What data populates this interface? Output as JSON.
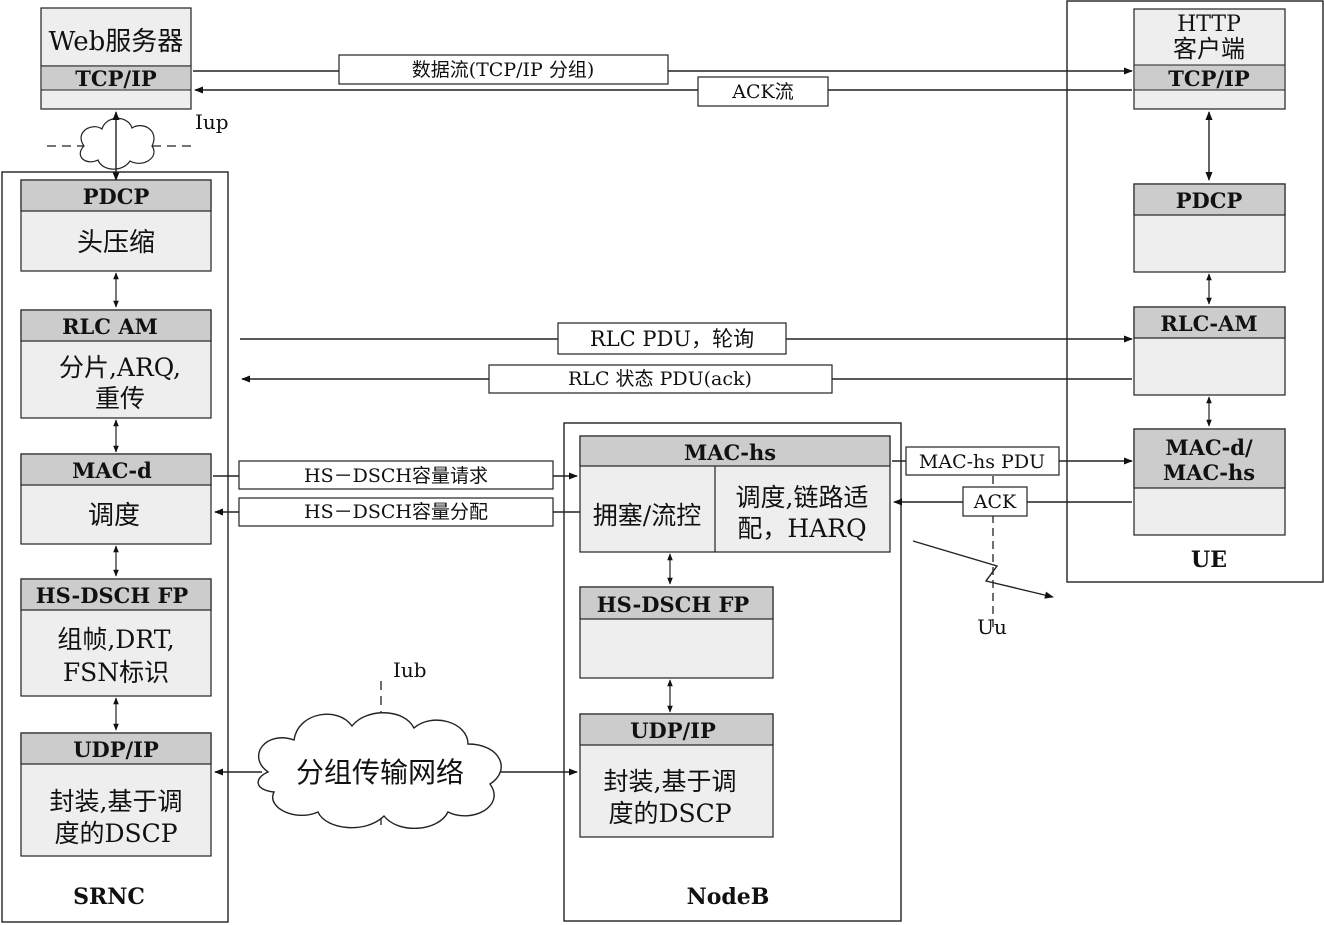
{
  "web_server": {
    "title": "Web服务器",
    "protocol": "TCP/IP"
  },
  "iup_label": "Iup",
  "http_client": {
    "title_line1": "HTTP",
    "title_line2": "客户端",
    "protocol": "TCP/IP"
  },
  "flows": {
    "data_flow": "数据流(TCP/IP 分组)",
    "ack_flow": "ACK流",
    "rlc_pdu": "RLC PDU，轮询",
    "rlc_status": "RLC 状态 PDU(ack)",
    "hs_request": "HS－DSCH容量请求",
    "hs_alloc": "HS－DSCH容量分配",
    "mac_hs_pdu": "MAC-hs PDU",
    "ack": "ACK"
  },
  "srnc": {
    "label": "SRNC",
    "pdcp": {
      "header": "PDCP",
      "body": "头压缩"
    },
    "rlc": {
      "header": "RLC AM",
      "body_line1": "分片,ARQ,",
      "body_line2": "重传"
    },
    "macd": {
      "header": "MAC-d",
      "body": "调度"
    },
    "fp": {
      "header": "HS-DSCH FP",
      "body_line1": "组帧,DRT,",
      "body_line2": "FSN标识"
    },
    "udp": {
      "header": "UDP/IP",
      "body_line1": "封装,基于调",
      "body_line2": "度的DSCP"
    }
  },
  "nodeb": {
    "label": "NodeB",
    "machs": {
      "header": "MAC-hs",
      "left": "拥塞/流控",
      "right_line1": "调度,链路适",
      "right_line2": "配，HARQ"
    },
    "fp": {
      "header": "HS-DSCH FP"
    },
    "udp": {
      "header": "UDP/IP",
      "body_line1": "封装,基于调",
      "body_line2": "度的DSCP"
    }
  },
  "ue": {
    "label": "UE",
    "pdcp": {
      "header": "PDCP"
    },
    "rlc": {
      "header": "RLC-AM"
    },
    "mac": {
      "header_line1": "MAC-d/",
      "header_line2": "MAC-hs"
    }
  },
  "network": {
    "label": "分组传输网络",
    "iub_label": "Iub"
  },
  "uu_label": "Uu"
}
